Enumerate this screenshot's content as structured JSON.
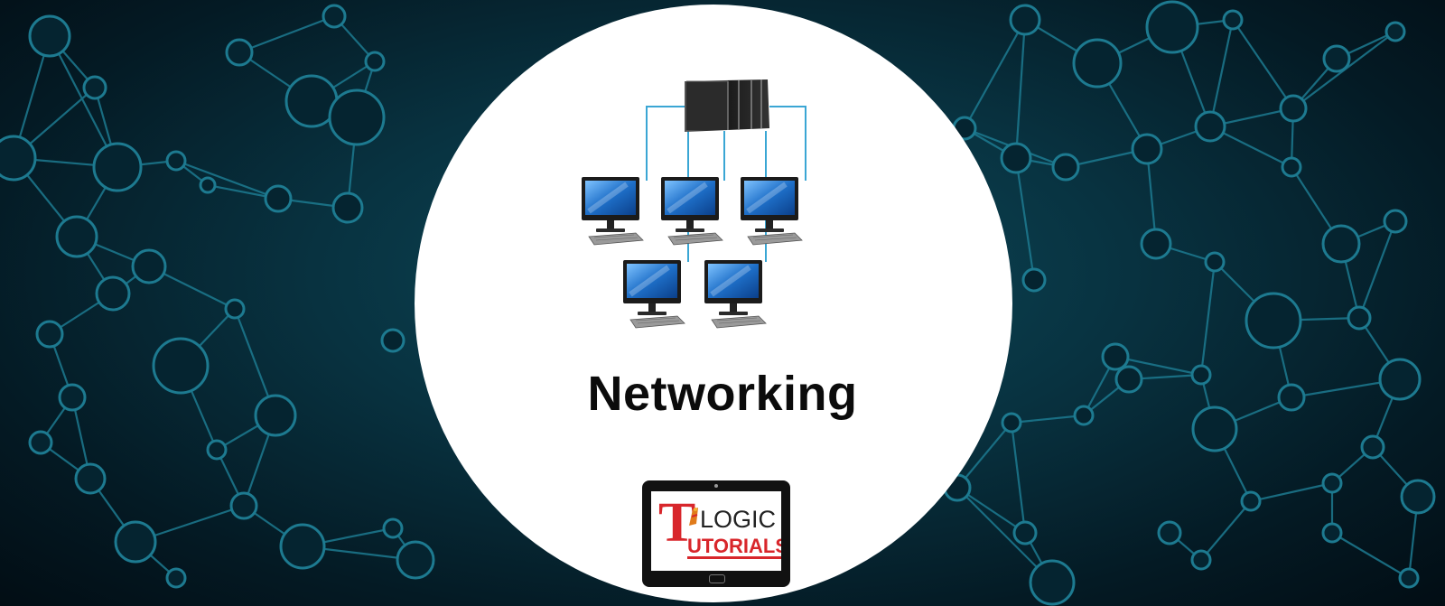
{
  "title": "Networking",
  "logo": {
    "initial": "T",
    "line1": "LOGIC",
    "line2": "UTORIALS"
  },
  "colors": {
    "background": "#062a36",
    "network_lines": "#1d7a90",
    "circle": "#ffffff",
    "cable": "#3aa6d4",
    "screen": "#1e6fc8",
    "logo_red": "#d8262b"
  },
  "icons": [
    "network-background",
    "server-icon",
    "computer-icon",
    "tablet-logo"
  ]
}
